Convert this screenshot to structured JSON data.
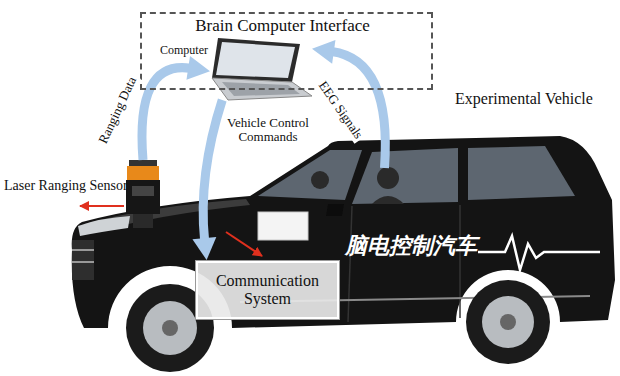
{
  "diagram": {
    "nodes": [
      {
        "text": [
          "Brain Computer Interface"
        ]
      },
      {
        "text": [
          "Computer"
        ],
        "in": 0
      },
      {
        "text": [
          "Laser Ranging Sensor"
        ]
      },
      {
        "text": [
          "Communication System"
        ]
      },
      {
        "text": [
          "Experimental Vehicle"
        ]
      }
    ],
    "edges": [
      {
        "from": 2,
        "to": 1,
        "label": "Ranging Data",
        "arrow": "to"
      },
      {
        "from": 1,
        "to": 3,
        "label": "Vehicle Control Commands",
        "arrow": "to"
      },
      {
        "from": 4,
        "to": 1,
        "label": "EEG Signals",
        "arrow": "to"
      }
    ],
    "labels": [
      "脑电控制汽车"
    ]
  }
}
